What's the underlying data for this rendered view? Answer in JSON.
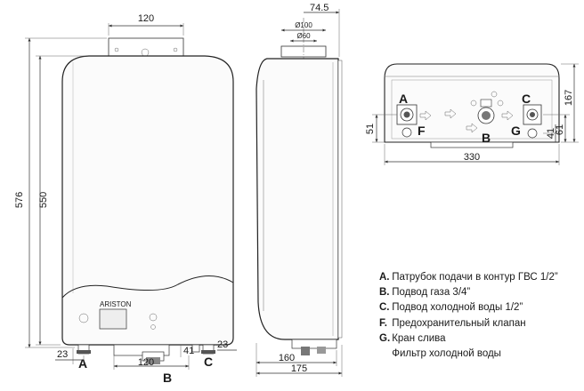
{
  "dimensions": {
    "front": {
      "top_width": "120",
      "total_height": "576",
      "body_height": "550",
      "bottom_left": "23",
      "bottom_width": "120",
      "bottom_offset": "41",
      "bottom_right": "23"
    },
    "side": {
      "top_offset": "74.5",
      "dia_outer": "Ø100",
      "dia_inner": "Ø60",
      "depth_total": "175",
      "depth_body": "160"
    },
    "bottom": {
      "depth": "167",
      "width": "330",
      "left_height": "51",
      "right_height_1": "61",
      "right_height_2": "41"
    }
  },
  "connection_labels": {
    "A": "A",
    "B": "B",
    "C": "C",
    "F": "F",
    "G": "G"
  },
  "legend": [
    {
      "key": "A.",
      "text": "Патрубок подачи в контур ГВС 1/2”"
    },
    {
      "key": "B.",
      "text": "Подвод газа 3/4”"
    },
    {
      "key": "C.",
      "text": "Подвод холодной воды 1/2”"
    },
    {
      "key": "F.",
      "text": "Предохранительный клапан"
    },
    {
      "key": "G.",
      "text": "Кран слива"
    },
    {
      "key": "",
      "text": "Фильтр холодной воды"
    }
  ],
  "brand_mark": "ARISTON"
}
